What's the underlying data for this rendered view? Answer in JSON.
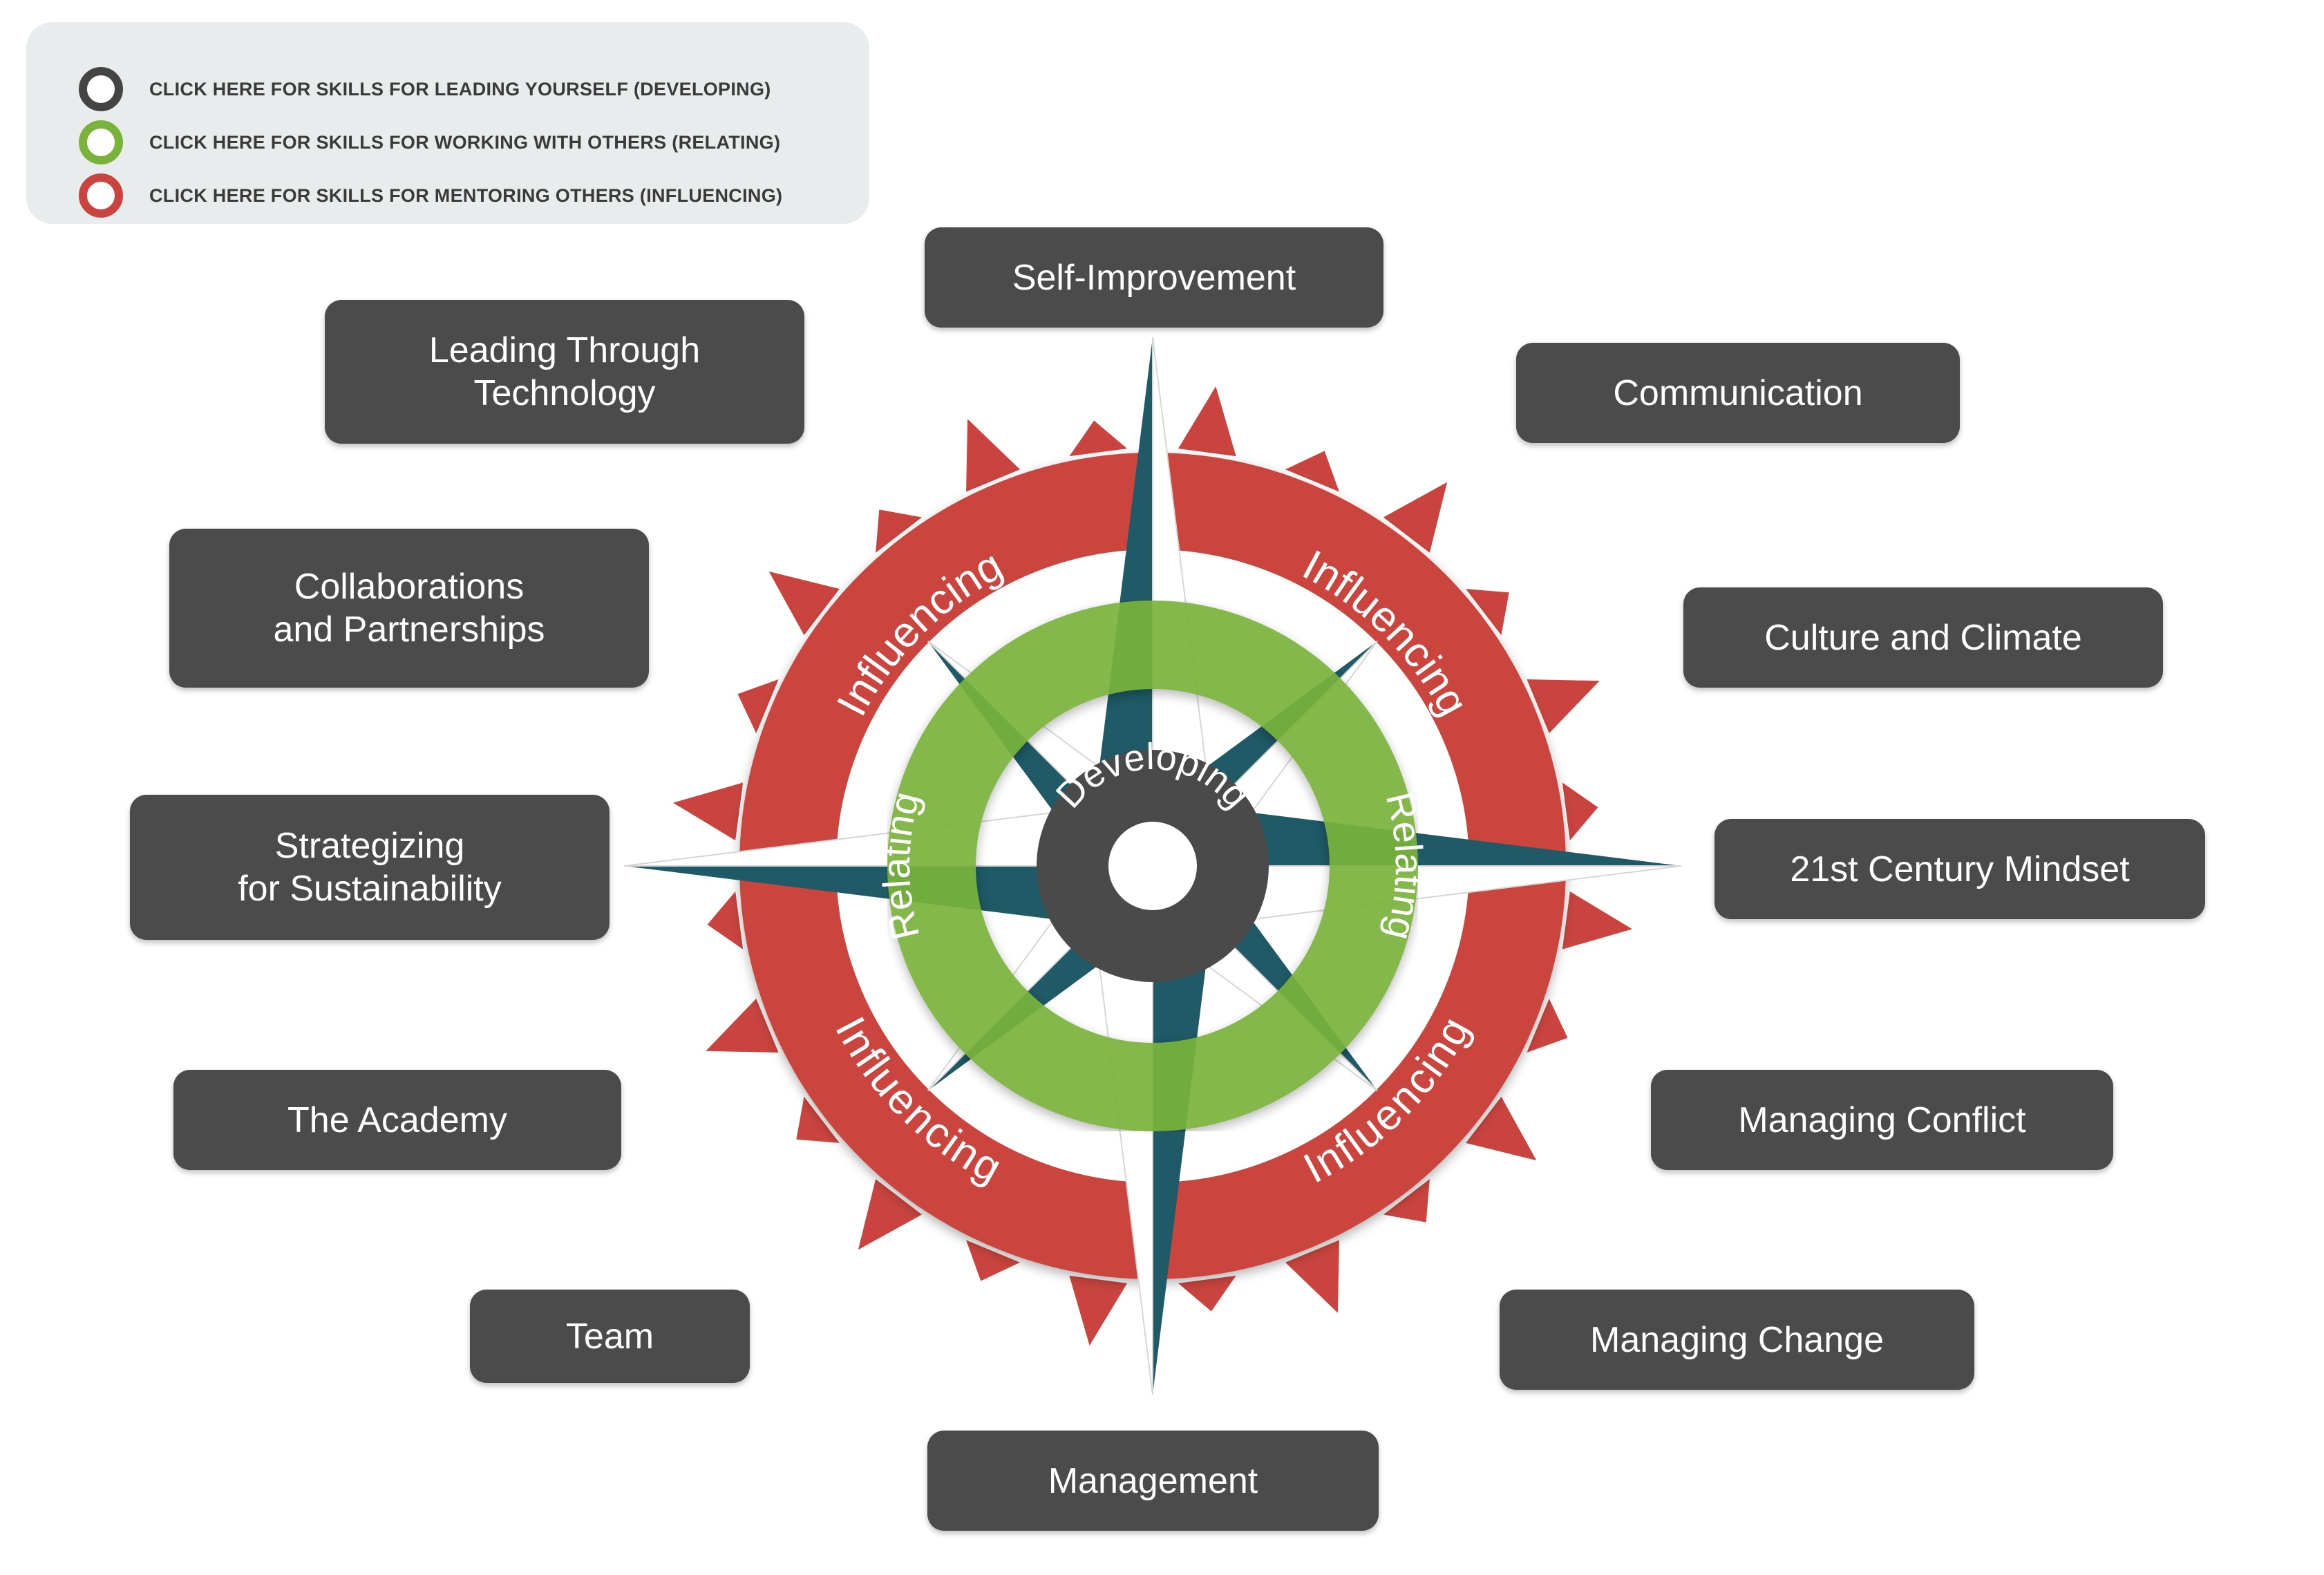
{
  "legend": {
    "items": [
      {
        "label": "CLICK HERE FOR SKILLS FOR LEADING YOURSELF (DEVELOPING)",
        "color": "#444444"
      },
      {
        "label": "CLICK HERE FOR SKILLS FOR WORKING WITH OTHERS (RELATING)",
        "color": "#7ab33b"
      },
      {
        "label": "CLICK HERE FOR SKILLS FOR MENTORING OTHERS (INFLUENCING)",
        "color": "#c9443e"
      }
    ]
  },
  "skills": [
    {
      "label": "Self-Improvement"
    },
    {
      "label": "Communication"
    },
    {
      "label": "Culture and Climate"
    },
    {
      "label": "21st Century Mindset"
    },
    {
      "label": "Managing Conflict"
    },
    {
      "label": "Managing Change"
    },
    {
      "label": "Management"
    },
    {
      "label": "Team"
    },
    {
      "label": "The Academy"
    },
    {
      "label": "Strategizing\nfor Sustainability"
    },
    {
      "label": "Collaborations\nand Partnerships"
    },
    {
      "label": "Leading Through\nTechnology"
    }
  ],
  "rings": {
    "outer_label": "Influencing",
    "middle_label": "Relating",
    "inner_label": "Developing"
  },
  "colors": {
    "influencing_red": "#c9443e",
    "relating_green": "#7ab33b",
    "developing_dark": "#4a4a4a",
    "compass_teal": "#1f5a66",
    "skill_box": "#4b4b4b"
  }
}
